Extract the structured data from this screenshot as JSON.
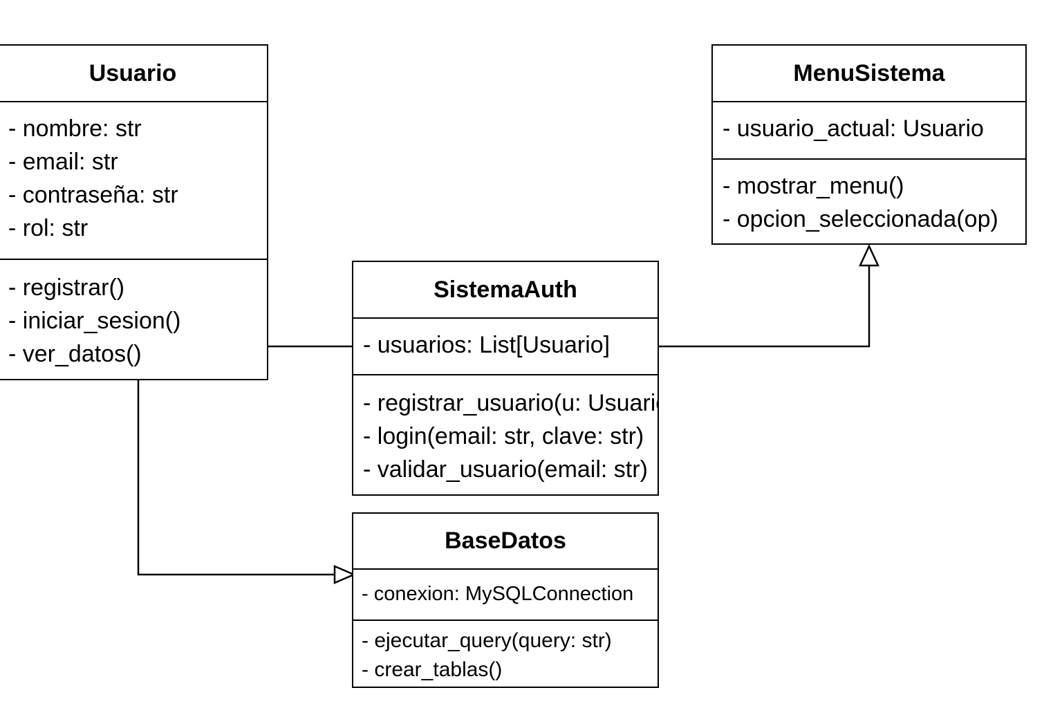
{
  "diagram": {
    "classes": {
      "usuario": {
        "name": "Usuario",
        "attributes": [
          "- nombre: str",
          "- email: str",
          "- contraseña: str",
          "- rol: str"
        ],
        "methods": [
          "- registrar()",
          "- iniciar_sesion()",
          "- ver_datos()"
        ]
      },
      "menusistema": {
        "name": "MenuSistema",
        "attributes": [
          "- usuario_actual: Usuario"
        ],
        "methods": [
          "- mostrar_menu()",
          "- opcion_seleccionada(op)"
        ]
      },
      "sistemaauth": {
        "name": "SistemaAuth",
        "attributes": [
          "- usuarios: List[Usuario]"
        ],
        "methods": [
          "- registrar_usuario(u: Usuario)",
          "- login(email: str, clave: str)",
          "- validar_usuario(email: str)"
        ]
      },
      "basedatos": {
        "name": "BaseDatos",
        "attributes": [
          "- conexion: MySQLConnection"
        ],
        "methods": [
          "- ejecutar_query(query: str)",
          "- crear_tablas()"
        ]
      }
    },
    "relationships": [
      {
        "from": "Usuario",
        "to": "SistemaAuth",
        "type": "association"
      },
      {
        "from": "SistemaAuth",
        "to": "MenuSistema",
        "type": "generalization"
      },
      {
        "from": "Usuario",
        "to": "BaseDatos",
        "type": "generalization"
      }
    ]
  }
}
